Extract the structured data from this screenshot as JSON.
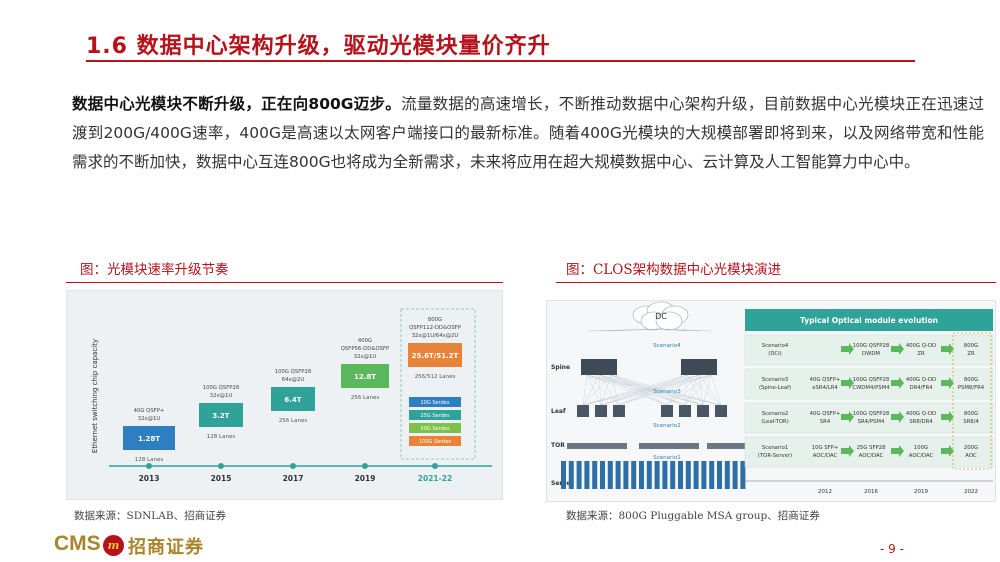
{
  "header": {
    "title": "1.6 数据中心架构升级，驱动光模块量价齐升"
  },
  "intro": {
    "bold_lead": "数据中心光模块不断升级，正在向800G迈步。",
    "text": "流量数据的高速增长，不断推动数据中心架构升级，目前数据中心光模块正在迅速过渡到200G/400G速率，400G是高速以太网客户端接口的最新标准。随着400G光模块的大规模部署即将到来，以及网络带宽和性能需求的不断加快，数据中心互连800G也将成为全新需求，未来将应用在超大规模数据中心、云计算及人工智能算力中心中。"
  },
  "figure_left": {
    "caption": "图：光模块速率升级节奏",
    "source": "数据来源：SDNLAB、招商证券",
    "chart_data": {
      "type": "bar",
      "ylabel": "Ethernet switching chip capacity",
      "categories": [
        "2013",
        "2015",
        "2017",
        "2019",
        "2021-22"
      ],
      "values": [
        "1.28T",
        "3.2T",
        "6.4T",
        "12.8T",
        "25.6T/51.2T"
      ],
      "lanes": [
        "128 Lanes",
        "128 Lanes",
        "256 Lanes",
        "256 Lanes",
        "256/512 Lanes"
      ],
      "modules": [
        [
          "40G QSFP+",
          "32x@1U"
        ],
        [
          "100G QSFP28",
          "32x@1U"
        ],
        [
          "100G QSFP28",
          "64x@2U"
        ],
        [
          "400G",
          "QSFP56-DD&OSFP",
          "32x@1U"
        ],
        [
          "800G",
          "QSFP112-DD&OSFP",
          "32x@1U/64x@2U"
        ]
      ],
      "legend": [
        "10G Serdes",
        "25G Serdes",
        "50G Serdes",
        "100G Serdes"
      ],
      "colors": {
        "bar_blue": "#2e7fc1",
        "bar_teal": "#2fa39a",
        "bar_green": "#5cb85c",
        "bar_orange": "#e8833a",
        "legend_10g": "#2e7fc1",
        "legend_25g": "#2fa39a",
        "legend_50g": "#7cc24a",
        "legend_100g": "#e8833a"
      }
    }
  },
  "figure_right": {
    "caption": "图：CLOS架构数据中心光模块演进",
    "source": "数据来源：800G Pluggable MSA group、招商证券",
    "diagram": {
      "cloud_label": "DC",
      "layers": [
        "Spine",
        "Leaf",
        "TOR",
        "Server"
      ],
      "scenario_tags": [
        "Scenario4",
        "Scenario3",
        "Scenario2",
        "Scenario1"
      ],
      "table_title": "Typical Optical module evolution",
      "rows": [
        {
          "scenario": [
            "Scenario4",
            "(DCI)"
          ],
          "cells": [
            [
              "100G QSFP28",
              "DWDM"
            ],
            [
              "400G Q-DD",
              "ZR"
            ],
            [
              "800G",
              "ZR"
            ]
          ]
        },
        {
          "scenario": [
            "Scenario3",
            "(Spine-Leaf)"
          ],
          "cells": [
            [
              "40G QSFP+",
              "eSR4/LR4"
            ],
            [
              "100G QSFP28",
              "CWDM4/PSM4"
            ],
            [
              "400G Q-DD",
              "DR4/FR4"
            ],
            [
              "800G",
              "PSM8/FR4"
            ]
          ]
        },
        {
          "scenario": [
            "Scenario2",
            "(Leaf-TOR)"
          ],
          "cells": [
            [
              "40G QSFP+",
              "SR4"
            ],
            [
              "100G QSFP28",
              "SR4/PSM4"
            ],
            [
              "400G Q-DD",
              "SR8/DR4"
            ],
            [
              "800G",
              "SR8/4"
            ]
          ]
        },
        {
          "scenario": [
            "Scenario1",
            "(TOR-Server)"
          ],
          "cells": [
            [
              "10G SFP+",
              "AOC/DAC"
            ],
            [
              "25G SFP28",
              "AOC/DAC"
            ],
            [
              "100G",
              "AOC/DAC"
            ],
            [
              "200G",
              "AOC"
            ]
          ]
        }
      ],
      "years": [
        "2012",
        "2016",
        "2019",
        "2022"
      ]
    }
  },
  "footer": {
    "logo_text": "CMS",
    "logo_mark": "m",
    "logo_cn": "招商证券",
    "page": "- 9 -"
  }
}
